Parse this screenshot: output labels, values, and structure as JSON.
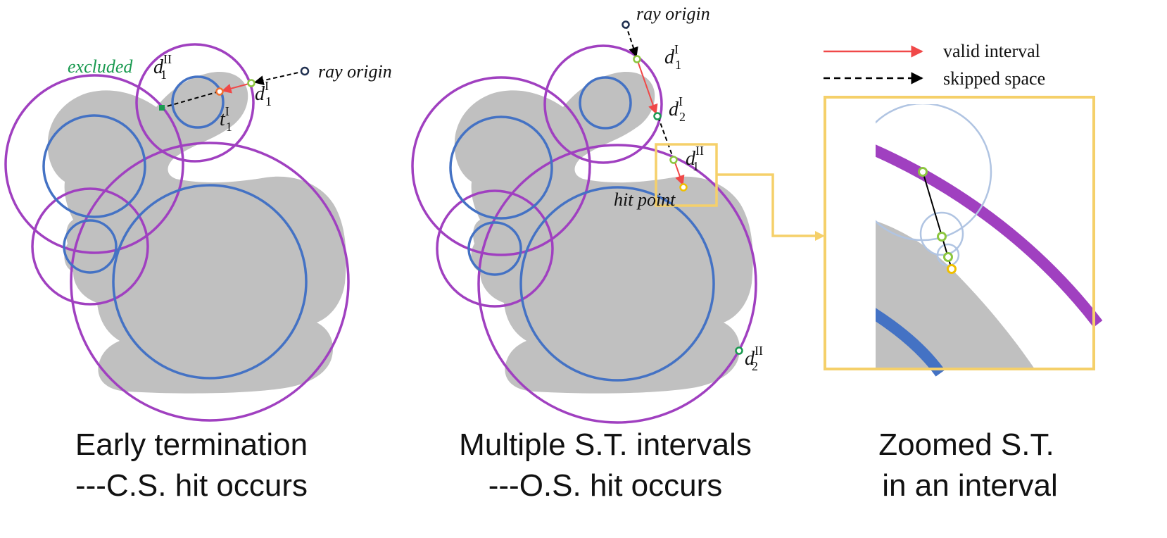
{
  "colors": {
    "bunny": "#c0c0c0",
    "outer_sphere": "#a040c0",
    "inner_sphere": "#4472c4",
    "zoom_sphere": "#b0c4e2",
    "valid_interval": "#f04848",
    "skipped_space": "#000000",
    "zoom_frame": "#f5d06a",
    "point_green_light": "#8cc63f",
    "point_green_dark": "#1a9a50",
    "point_orange": "#f07030",
    "point_navy": "#203050",
    "point_yellow": "#f0c000",
    "excluded_text": "#1a9a50"
  },
  "legend": {
    "valid_interval": "valid interval",
    "skipped_space": "skipped space"
  },
  "panel1": {
    "excluded_label": "excluded",
    "d1_II": {
      "base": "d",
      "sub": "1",
      "sup": "II"
    },
    "d1_I": {
      "base": "d",
      "sub": "1",
      "sup": "I"
    },
    "t1_I": {
      "base": "t",
      "sub": "1",
      "sup": "I"
    },
    "ray_origin": "ray origin",
    "caption_line1": "Early termination",
    "caption_line2": "---C.S. hit occurs"
  },
  "panel2": {
    "ray_origin": "ray origin",
    "d1_I": {
      "base": "d",
      "sub": "1",
      "sup": "I"
    },
    "d2_I": {
      "base": "d",
      "sub": "2",
      "sup": "I"
    },
    "d1_II": {
      "base": "d",
      "sub": "1",
      "sup": "II"
    },
    "d2_II": {
      "base": "d",
      "sub": "2",
      "sup": "II"
    },
    "hit_point": "hit point",
    "caption_line1": "Multiple S.T. intervals",
    "caption_line2": "---O.S. hit occurs"
  },
  "panel3": {
    "caption_line1": "Zoomed S.T.",
    "caption_line2": "in an interval"
  }
}
